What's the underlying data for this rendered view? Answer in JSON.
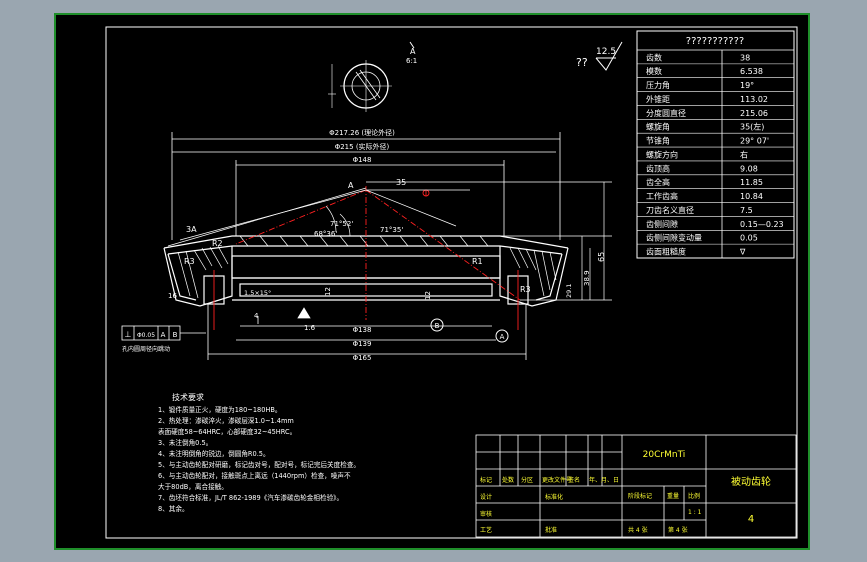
{
  "colors": {
    "window_bg": "#9aa6b0",
    "outer_frame": "#1f8f2a",
    "sheet_bg": "#000000",
    "line": "#ffffff",
    "accent_red": "#ff2020",
    "dim_text": "#ffffff",
    "title_text": "#ffff33",
    "table_text": "#ffffff"
  },
  "drawing": {
    "datum_a_label": "A",
    "datum_a_scale": "6:1",
    "roughness_value": "12.5",
    "roughness_prefix": "??",
    "dims": {
      "d217": "Φ217.26 (理论外径)",
      "d215": "Φ215 (实际外径)",
      "d148": "Φ148",
      "dim35": "35",
      "ang7152": "71°52'",
      "ang6836": "68°36'",
      "ang7135": "71°35'",
      "dim3a": "3A",
      "r2": "R2",
      "r3_left": "R3",
      "r3_right": "R3",
      "r1": "R1",
      "dim_16": "16",
      "dim_15x15": "1.5×15°",
      "dim_12a": "12",
      "dim_12b": "12",
      "dim_16b": "1.6",
      "d138": "Φ138",
      "d139": "Φ139",
      "d165": "Φ165",
      "dim_389": "38.9",
      "dim_65": "65",
      "dim_291": "29.1",
      "label_a": "A",
      "label_b": "B",
      "label_a2": "A",
      "tol_box_1": "⊥",
      "tol_box_2": "Φ0.05",
      "tol_box_3": "A",
      "tol_box_4": "B",
      "note_left": "孔内圆周径向跳动",
      "dim_4": "4",
      "dim_a_pt": "A"
    }
  },
  "params_table": {
    "header": "???????????",
    "rows": [
      {
        "name": "齿数",
        "value": "38"
      },
      {
        "name": "模数",
        "value": "6.538"
      },
      {
        "name": "压力角",
        "value": "19°"
      },
      {
        "name": "外锥距",
        "value": "113.02"
      },
      {
        "name": "分度圆直径",
        "value": "215.06"
      },
      {
        "name": "螺旋角",
        "value": "35(左)"
      },
      {
        "name": "节锥角",
        "value": "29° 07'"
      },
      {
        "name": "螺旋方向",
        "value": "右"
      },
      {
        "name": "齿顶高",
        "value": "9.08"
      },
      {
        "name": "齿全高",
        "value": "11.85"
      },
      {
        "name": "工作齿高",
        "value": "10.84"
      },
      {
        "name": "刀齿名义直径",
        "value": "7.5"
      },
      {
        "name": "齿侧间隙",
        "value": "0.15—0.23"
      },
      {
        "name": "齿侧间隙变动量",
        "value": "0.05"
      },
      {
        "name": "齿面粗糙度",
        "value": "∇"
      }
    ]
  },
  "tech_notes": {
    "title": "技术要求",
    "lines": [
      "1、锻件质量正火，硬度为180~180HB。",
      "2、热处理：渗碳淬火，渗碳层深1.0~1.4mm",
      "   表面硬度58~64HRC，心部硬度32~45HRC。",
      "3、未注倒角0.5。",
      "4、未注明倒角的锐边，倒圆角R0.5。",
      "5、与主动齿轮配对研磨，标记齿对号，配对号，标记完后关度检查。",
      "6、与主动齿轮配对，接触斑点上离远（1440rpm）检查，噪声不",
      "   大于80dB，离合接触。",
      "7、齿坯符合标准，JL/T 862-1989《汽车渗碳齿轮金相检验》。",
      "8、其余。"
    ]
  },
  "title_block": {
    "material": "20CrMnTi",
    "part_name": "被动齿轮",
    "drawing_no": "4",
    "labels": {
      "mark": "标记",
      "count": "处数",
      "zone": "分区",
      "change_doc": "更改文件号",
      "sign": "签名",
      "date": "年、月、日",
      "design": "设计",
      "standard": "标准化",
      "review": "审核",
      "process": "工艺",
      "approve": "批准",
      "stage": "阶段标记",
      "weight": "重量",
      "scale": "比例",
      "scale_value": "1 : 1",
      "sheets": "共 4 张",
      "sheet_no": "第 4 张"
    }
  }
}
